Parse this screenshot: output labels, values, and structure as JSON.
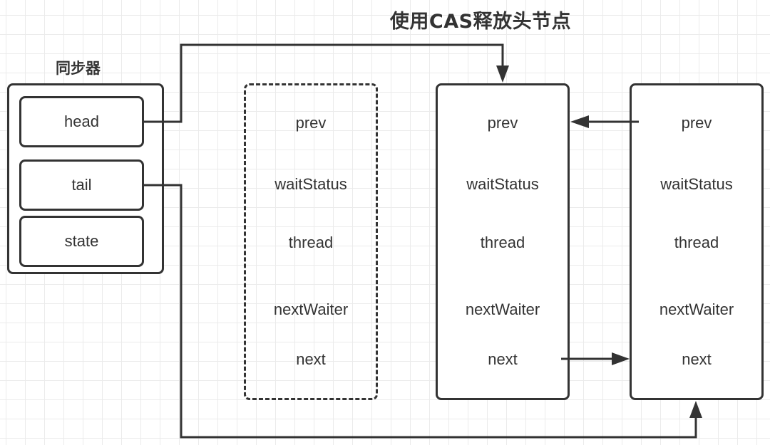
{
  "diagram": {
    "title": "使用CAS释放头节点",
    "synchronizer": {
      "label": "同步器",
      "fields": [
        "head",
        "tail",
        "state"
      ]
    },
    "nodes": [
      {
        "id": "released-node",
        "style": "dashed",
        "fields": [
          "prev",
          "waitStatus",
          "thread",
          "nextWaiter",
          "next"
        ]
      },
      {
        "id": "new-head-node",
        "style": "solid",
        "fields": [
          "prev",
          "waitStatus",
          "thread",
          "nextWaiter",
          "next"
        ]
      },
      {
        "id": "tail-node",
        "style": "solid",
        "fields": [
          "prev",
          "waitStatus",
          "thread",
          "nextWaiter",
          "next"
        ]
      }
    ],
    "edges": [
      {
        "from": "synchronizer.head",
        "to": "new-head-node",
        "label": ""
      },
      {
        "from": "synchronizer.tail",
        "to": "tail-node",
        "label": ""
      },
      {
        "from": "tail-node.prev",
        "to": "new-head-node",
        "label": ""
      },
      {
        "from": "new-head-node.next",
        "to": "tail-node",
        "label": ""
      }
    ],
    "colors": {
      "stroke": "#333333",
      "grid": "#ebebeb",
      "background": "#ffffff"
    }
  }
}
